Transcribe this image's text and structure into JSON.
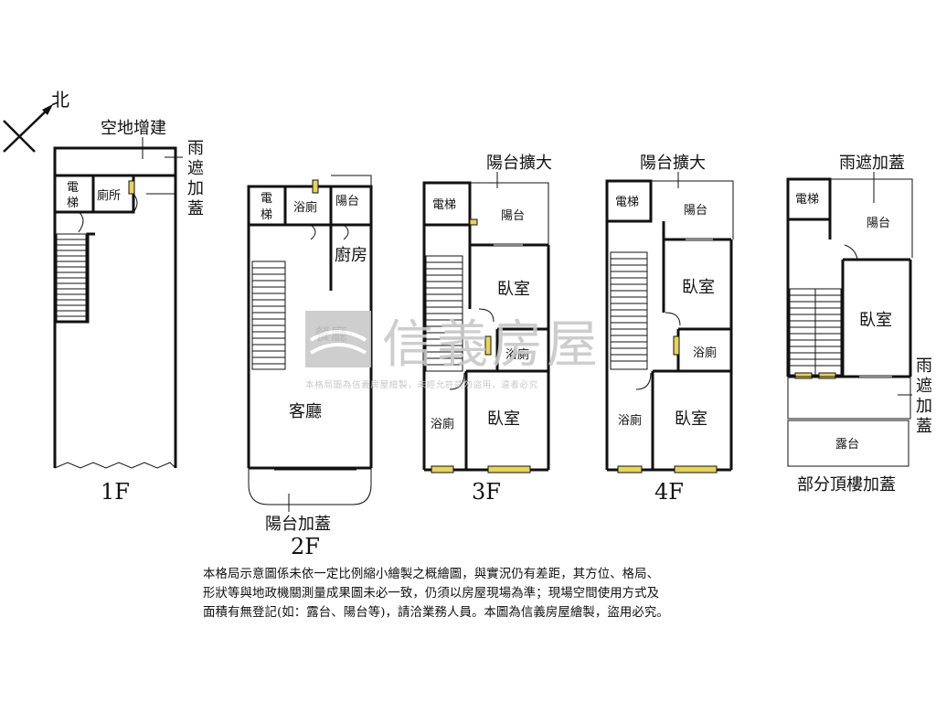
{
  "compass": {
    "label": "北"
  },
  "floors": {
    "f1": {
      "label": "1F",
      "annotations": {
        "top": "空地增建",
        "side": [
          "雨",
          "遮",
          "加",
          "蓋"
        ]
      },
      "rooms": {
        "elevator": [
          "電",
          "梯"
        ],
        "toilet": "廁所"
      }
    },
    "f2": {
      "label": "2F",
      "annotations": {
        "bottom": "陽台加蓋"
      },
      "rooms": {
        "elevator": [
          "電",
          "梯"
        ],
        "bath": "浴廁",
        "balcony": "陽台",
        "kitchen": "廚房",
        "dining": "餐廳",
        "living": "客廳"
      }
    },
    "f3": {
      "label": "3F",
      "annotations": {
        "top": "陽台擴大"
      },
      "rooms": {
        "elevator": "電梯",
        "balcony": "陽台",
        "bedroom_top": "臥室",
        "bath_mid": "浴廁",
        "bath_low": "浴廁",
        "bedroom_low": "臥室"
      }
    },
    "f4": {
      "label": "4F",
      "annotations": {
        "top": "陽台擴大"
      },
      "rooms": {
        "elevator": "電梯",
        "balcony": "陽台",
        "bedroom_top": "臥室",
        "bath_mid": "浴廁",
        "bath_low": "浴廁",
        "bedroom_low": "臥室"
      }
    },
    "roof": {
      "label": "部分頂樓加蓋",
      "annotations": {
        "top": "雨遮加蓋",
        "side": [
          "雨",
          "遮",
          "加",
          "蓋"
        ]
      },
      "rooms": {
        "elevator": "電梯",
        "balcony": "陽台",
        "bedroom": "臥室",
        "terrace": "露台"
      }
    }
  },
  "watermark": {
    "brand": "信義房屋",
    "notice": "本格局圖為信義房屋繪製，未經允許請勿盜用，違者必究"
  },
  "disclaimer": [
    "本格局示意圖係未依一定比例縮小繪製之概繪圖，與實況仍有差距，其方位、格局、",
    "形狀等與地政機關測量成果圖未必一致，仍須以房屋現場為準；現場空間使用方式及",
    "面積有無登記(如：露台、陽台等)，請洽業務人員。本圖為信義房屋繪製，盜用必究。"
  ],
  "colors": {
    "wall": "#111111",
    "window": "#e9d35a",
    "watermark": "#c8c8c8"
  }
}
